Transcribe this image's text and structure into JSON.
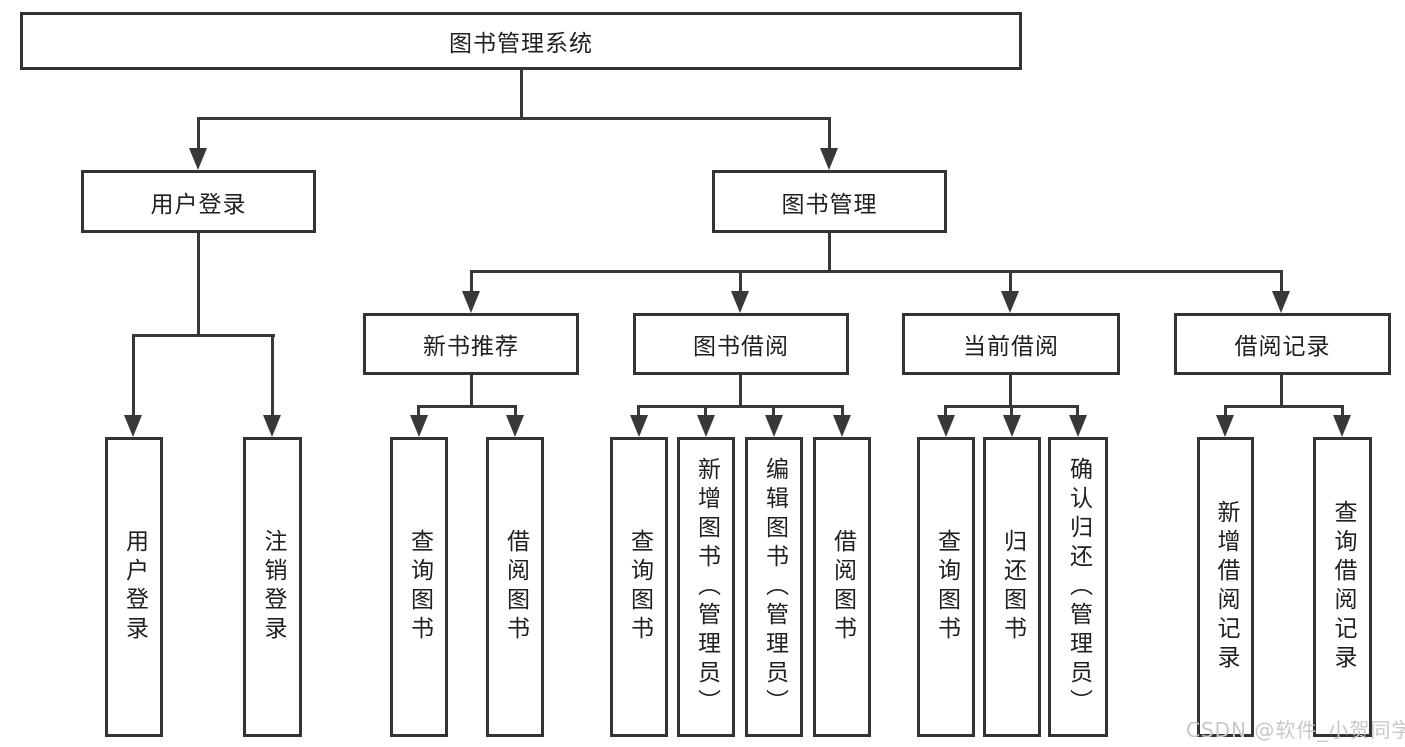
{
  "diagram_title": "图书管理系统",
  "nodes": {
    "root": "图书管理系统",
    "user_login": "用户登录",
    "book_mgmt": "图书管理",
    "user_login_children": [
      "用户登录",
      "注销登录"
    ],
    "new_book": "新书推荐",
    "new_book_children": [
      "查询图书",
      "借阅图书"
    ],
    "book_borrow": "图书借阅",
    "book_borrow_children": [
      "查询图书",
      "新增图书（管理员）",
      "编辑图书（管理员）",
      "借阅图书"
    ],
    "current_borrow": "当前借阅",
    "current_borrow_children": [
      "查询图书",
      "归还图书",
      "确认归还（管理员）"
    ],
    "borrow_records": "借阅记录",
    "borrow_records_children": [
      "新增借阅记录",
      "查询借阅记录"
    ]
  },
  "watermark": "CSDN @软件_小贺同学",
  "colors": {
    "line": "#383838",
    "box_border": "#333333",
    "text": "#1f1f1f",
    "watermark": "#c8c8c8",
    "background": "#ffffff"
  }
}
